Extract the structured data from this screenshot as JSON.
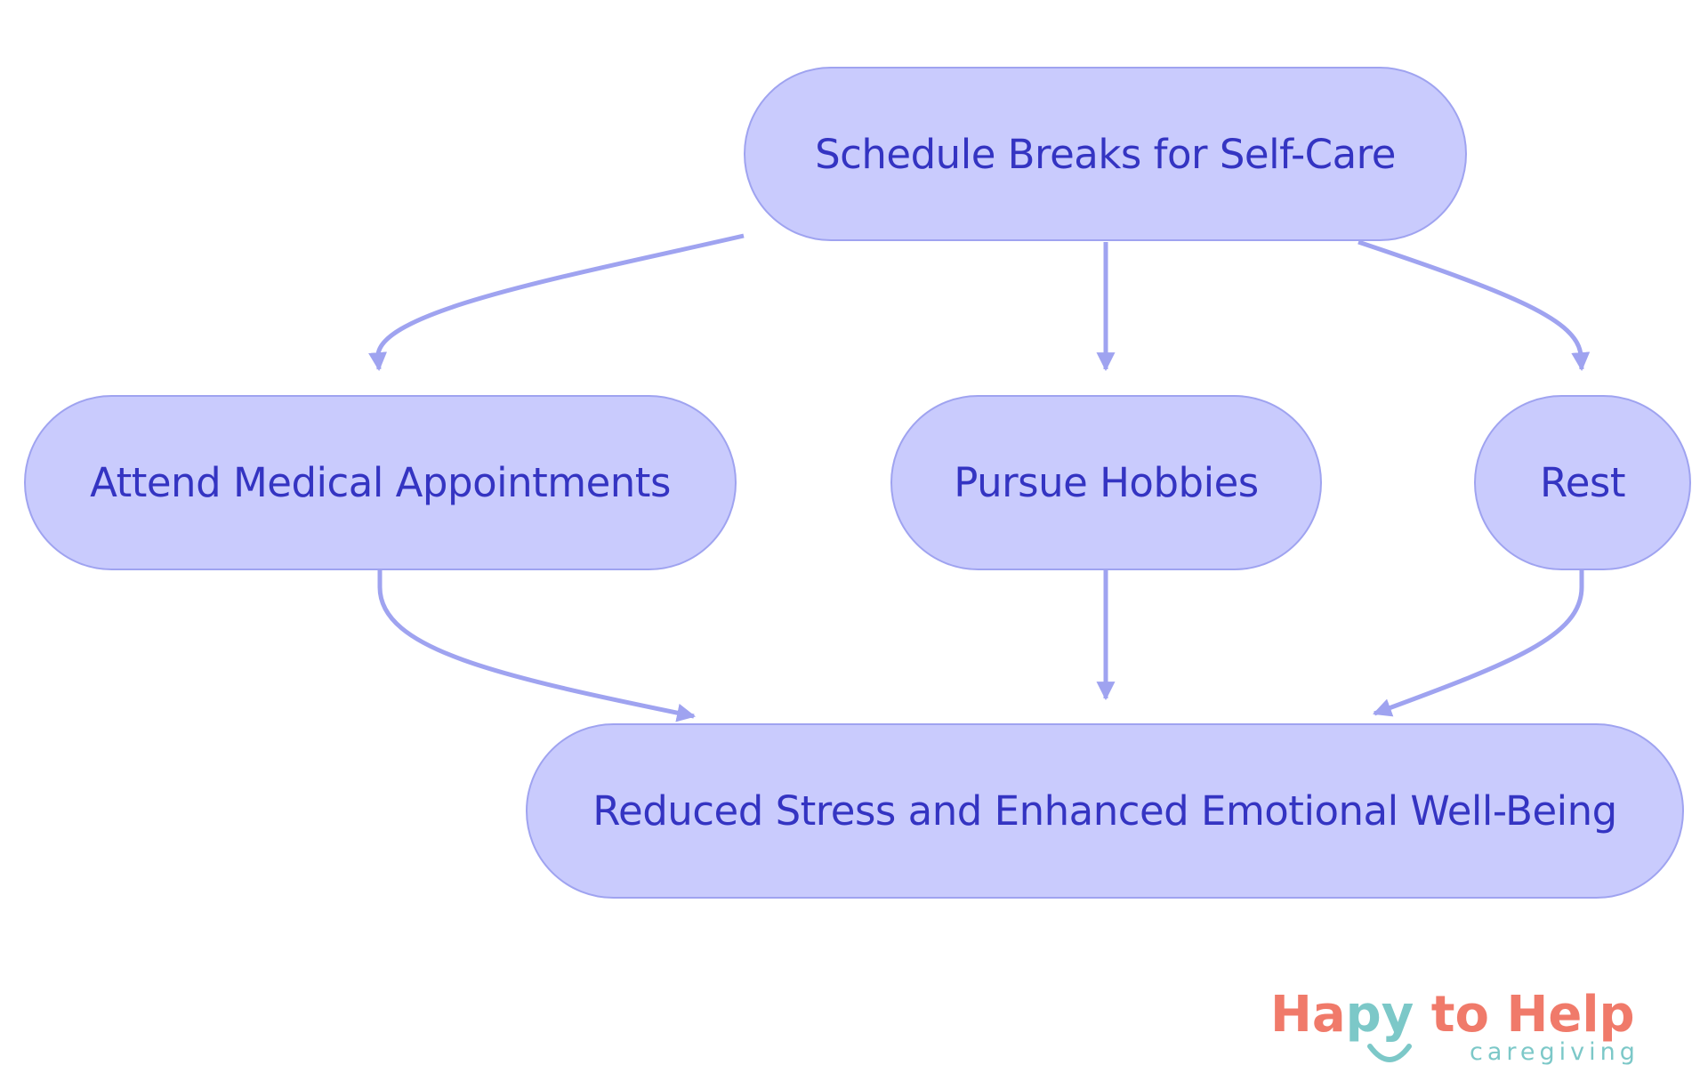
{
  "diagram": {
    "nodes": {
      "schedule": "Schedule Breaks for Self-Care",
      "medical": "Attend Medical Appointments",
      "hobbies": "Pursue Hobbies",
      "rest": "Rest",
      "outcome": "Reduced Stress and Enhanced Emotional Well-Being"
    },
    "edges": [
      {
        "from": "schedule",
        "to": "medical"
      },
      {
        "from": "schedule",
        "to": "hobbies"
      },
      {
        "from": "schedule",
        "to": "rest"
      },
      {
        "from": "medical",
        "to": "outcome"
      },
      {
        "from": "hobbies",
        "to": "outcome"
      },
      {
        "from": "rest",
        "to": "outcome"
      }
    ],
    "colors": {
      "node_fill": "#c9cbfd",
      "node_border": "#9fa3f0",
      "node_text": "#3434c2",
      "edge": "#9fa3f0"
    }
  },
  "logo": {
    "brand_start": "Ha",
    "brand_mid": "py",
    "brand_end": " to Help",
    "tagline": "caregiving",
    "colors": {
      "primary": "#f07a6a",
      "secondary": "#7cc8c8"
    }
  }
}
